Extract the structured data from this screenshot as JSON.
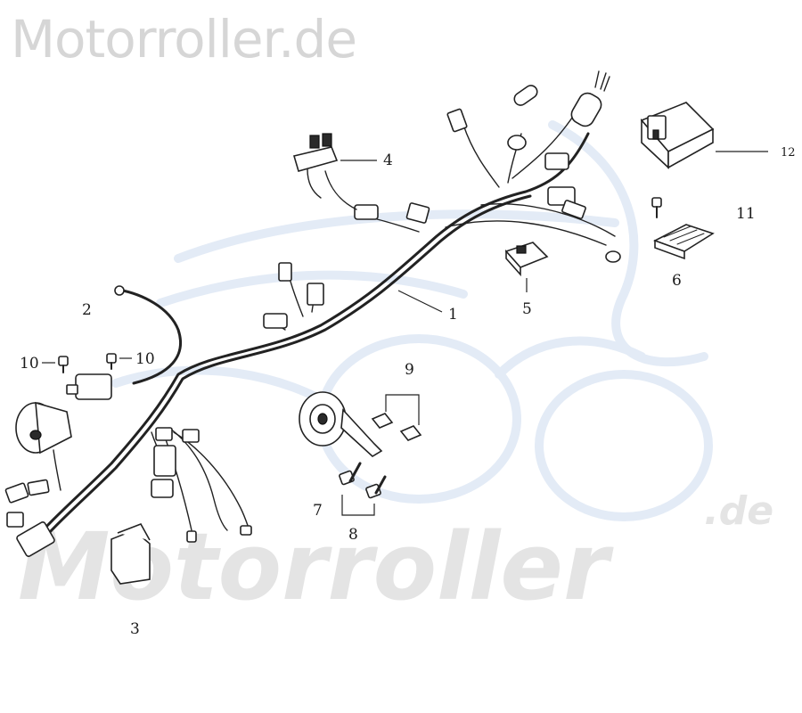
{
  "watermark": {
    "top_text": "Motorroller.de",
    "bottom_text": "Motorroller",
    "bottom_suffix": ".de"
  },
  "colors": {
    "watermark_gray": "#d6d6d6",
    "watermark_blue": "#e3ebf6",
    "line": "#222222",
    "leader_blue": "#3b6fb0"
  },
  "callouts": {
    "c1": "1",
    "c2": "2",
    "c3": "3",
    "c4": "4",
    "c5": "5",
    "c6": "6",
    "c7": "7",
    "c8": "8",
    "c9": "9",
    "c10a": "10",
    "c10b": "10",
    "c11": "11",
    "c12": "12"
  }
}
